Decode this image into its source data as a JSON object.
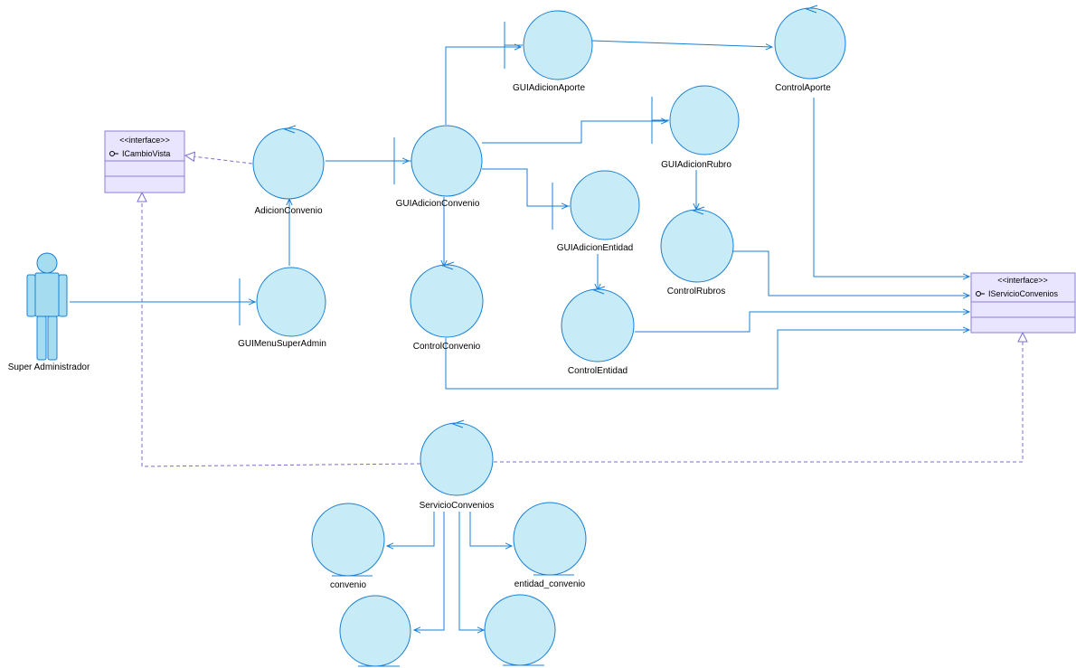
{
  "colors": {
    "line": "#1a7fd4",
    "circle_fill": "#c7ecf8",
    "circle_stroke": "#1a7fd4",
    "interface_fill": "#e9e5ff",
    "interface_stroke": "#8a7fd6",
    "dashed": "#7a6fd0",
    "actor_fill": "#a6dcef"
  },
  "actors": [
    {
      "id": "super-admin",
      "label": "Super Administrador"
    }
  ],
  "interfaces": [
    {
      "id": "icambiovista",
      "stereotype": "<<interface>>",
      "name": "ICambioVista"
    },
    {
      "id": "iservicioconvenios",
      "stereotype": "<<interface>>",
      "name": "IServicioConvenios"
    }
  ],
  "boundaries": [
    {
      "id": "gui-menu-superadmin",
      "label": "GUIMenuSuperAdmin"
    },
    {
      "id": "gui-adicion-convenio",
      "label": "GUIAdicionConvenio"
    },
    {
      "id": "gui-adicion-aporte",
      "label": "GUIAdicionAporte"
    },
    {
      "id": "gui-adicion-rubro",
      "label": "GUIAdicionRubro"
    },
    {
      "id": "gui-adicion-entidad",
      "label": "GUIAdicionEntidad"
    }
  ],
  "controls": [
    {
      "id": "adicion-convenio",
      "label": "AdicionConvenio"
    },
    {
      "id": "control-aporte",
      "label": "ControlAporte"
    },
    {
      "id": "control-rubros",
      "label": "ControlRubros"
    },
    {
      "id": "control-convenio",
      "label": "ControlConvenio"
    },
    {
      "id": "control-entidad",
      "label": "ControlEntidad"
    },
    {
      "id": "servicio-convenios",
      "label": "ServicioConvenios"
    }
  ],
  "entities": [
    {
      "id": "convenio",
      "label": "convenio"
    },
    {
      "id": "entidad-convenio",
      "label": "entidad_convenio"
    },
    {
      "id": "entity-bottom-left",
      "label": ""
    },
    {
      "id": "entity-bottom-right",
      "label": ""
    }
  ]
}
